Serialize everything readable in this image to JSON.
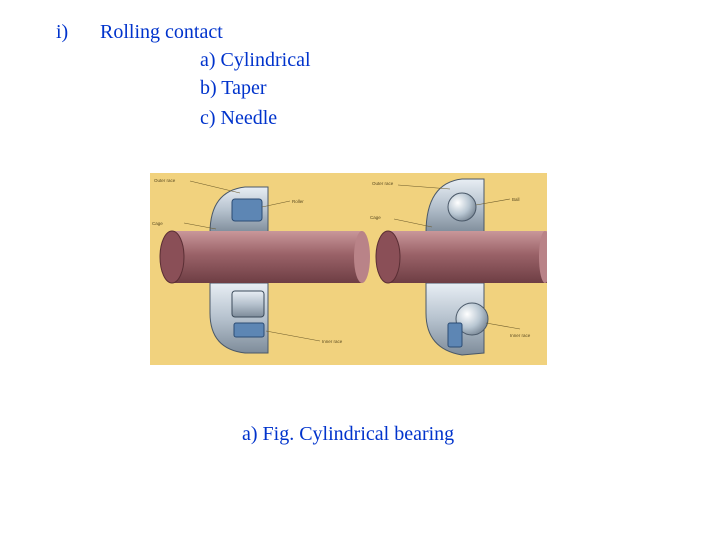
{
  "slide": {
    "numeral": "i)",
    "heading": "Rolling contact",
    "items": [
      "a) Cylindrical",
      "b) Taper",
      "c) Needle"
    ],
    "caption": "a) Fig. Cylindrical  bearing"
  },
  "colors": {
    "text": "#0033cc",
    "figure_background": "#f1d27e",
    "shaft": "#9a6268",
    "bearing_steel": "#c2ccd6"
  },
  "figure": {
    "left_callouts": [
      "Outer race",
      "Roller",
      "Cage",
      "Inner race"
    ],
    "right_callouts": [
      "Outer race",
      "Ball",
      "Cage",
      "Inner race"
    ]
  }
}
